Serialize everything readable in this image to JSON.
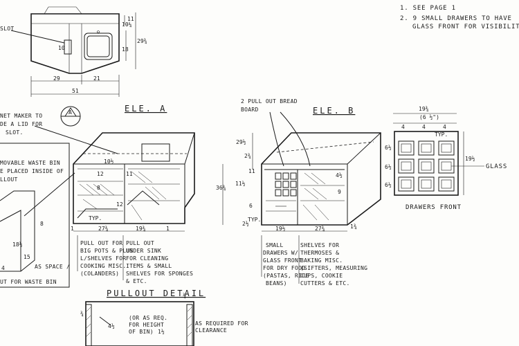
{
  "notes": {
    "note1": "1.  SEE PAGE 1",
    "note2a": "2.  9 SMALL DRAWERS TO HAVE",
    "note2b": "GLASS FRONT FOR VISIBILITY."
  },
  "plan": {
    "slot_label": "SLOT",
    "dims": {
      "top_a": "10¼",
      "top_b": "11",
      "right_overall": "29¾",
      "right_inner": "18",
      "d_29": "29",
      "d_21": "21",
      "d_51": "51",
      "slot_10": "10"
    }
  },
  "ele_a": {
    "title": "ELE. A",
    "note_left_a": "NET MAKER TO",
    "note_left_b": "DE A LID FOR",
    "note_left_c": "SLOT.",
    "waste_a": "MOVABLE WASTE BIN",
    "waste_b": "E PLACED INSIDE OF",
    "waste_c": "LLOUT",
    "waste_bottom": "UT FOR WASTE BIN",
    "as_space": "AS SPACE /",
    "dims": {
      "d12": "12",
      "d8": "8",
      "d11": "11",
      "d12b": "12",
      "d27": "27¾",
      "d19": "19¾",
      "d1a": "1",
      "d1b": "1",
      "d10": "10½",
      "w8": "8",
      "w18": "18½",
      "w15": "15",
      "w4": "4",
      "typ": "TYP."
    },
    "callout1": [
      "PULL OUT FOR",
      "BIG POTS & PLUS",
      "L/SHELVES FOR",
      "COOKING MISC.",
      "(COLANDERS)"
    ],
    "callout2": [
      "PULL OUT",
      "UNDER SINK",
      "FOR CLEANING",
      "ITEMS & SMALL",
      "SHELVES FOR SPONGES",
      "& ETC."
    ]
  },
  "ele_b": {
    "title": "ELE. B",
    "bread_a": "2 PULL OUT BREAD",
    "bread_b": "BOARD",
    "dims": {
      "h29": "29½",
      "h2": "2¾",
      "h11": "11",
      "h36": "36¾",
      "h11b": "11½",
      "h6": "6",
      "h4": "4½",
      "h9": "9",
      "w19": "19½",
      "w27": "27¾",
      "w1": "1¾",
      "w2": "2½",
      "typ": "TYP."
    },
    "callout1": [
      "SMALL",
      "DRAWERS W/",
      "GLASS FRONT",
      "FOR DRY FOOD",
      "(PASTAS, RICE",
      "BEANS)"
    ],
    "callout2": [
      "SHELVES FOR",
      "THERMOSES &",
      "BAKING MISC.",
      "(SIFTERS, MEASURING",
      "CUPS, COOKIE",
      "CUTTERS & ETC."
    ]
  },
  "drawers": {
    "label": "DRAWERS FRONT",
    "glass": "GLASS",
    "dims": {
      "top": "19¾",
      "sub": "(6 ½\")",
      "r19": "19½",
      "c4a": "4",
      "c4b": "4",
      "c4c": "4",
      "r6a": "6½",
      "r6b": "6½",
      "r6c": "6½",
      "typ": "TYP."
    }
  },
  "pullout": {
    "title": "PULLOUT DETAIL",
    "d34": "¾",
    "d412": "4½",
    "note_a": "(OR AS REQ.",
    "note_b": "FOR HEIGHT",
    "note_c": "OF BIN)",
    "d1_2": "1½",
    "req_a": "AS REQUIRED FOR",
    "req_b": "CLEARANCE",
    "top34": "¾"
  }
}
